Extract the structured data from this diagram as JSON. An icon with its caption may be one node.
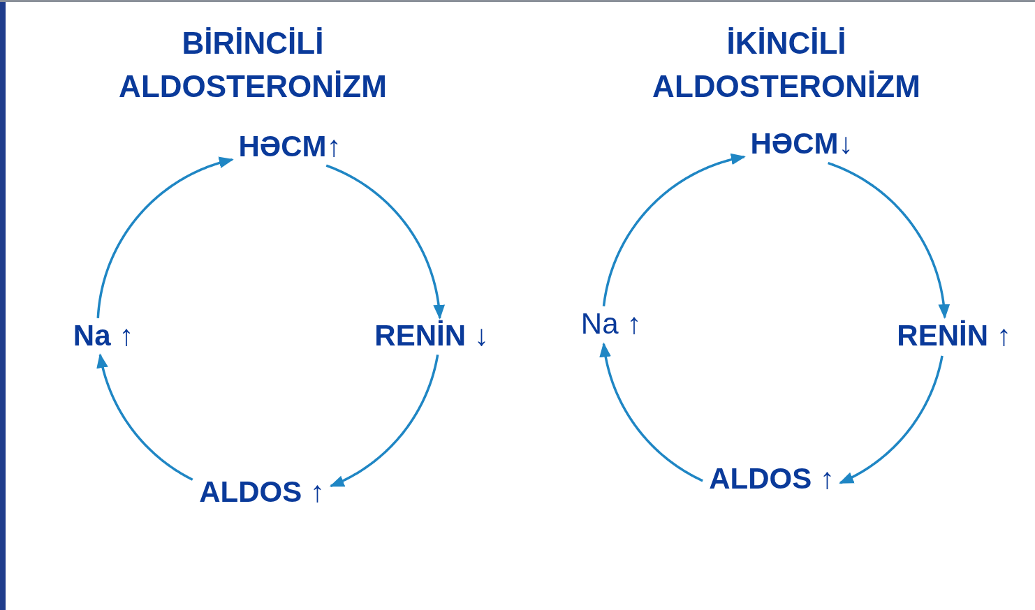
{
  "diagram": {
    "nodes": [
      {
        "text": [
          "HƏCM↑"
        ]
      },
      {
        "text": [
          "RENİN ↓"
        ]
      },
      {
        "text": [
          "ALDOS ↑"
        ]
      },
      {
        "text": [
          "Na ↑"
        ]
      },
      {
        "text": [
          "HƏCM↓"
        ]
      },
      {
        "text": [
          "RENİN ↑"
        ]
      },
      {
        "text": [
          "ALDOS ↑"
        ]
      },
      {
        "text": [
          "Na ↑"
        ]
      }
    ],
    "edges": [
      {
        "from": 0,
        "to": 1,
        "arrow": "to"
      },
      {
        "from": 1,
        "to": 2,
        "arrow": "to"
      },
      {
        "from": 2,
        "to": 3,
        "arrow": "to"
      },
      {
        "from": 3,
        "to": 0,
        "arrow": "to"
      },
      {
        "from": 4,
        "to": 5,
        "arrow": "to"
      },
      {
        "from": 5,
        "to": 6,
        "arrow": "to"
      },
      {
        "from": 6,
        "to": 7,
        "arrow": "to"
      },
      {
        "from": 7,
        "to": 4,
        "arrow": "to"
      }
    ],
    "labels": [
      "BİRİNCİLİ ALDOSTERONİZM",
      "İKİNCİLİ ALDOSTERONİZM"
    ]
  }
}
